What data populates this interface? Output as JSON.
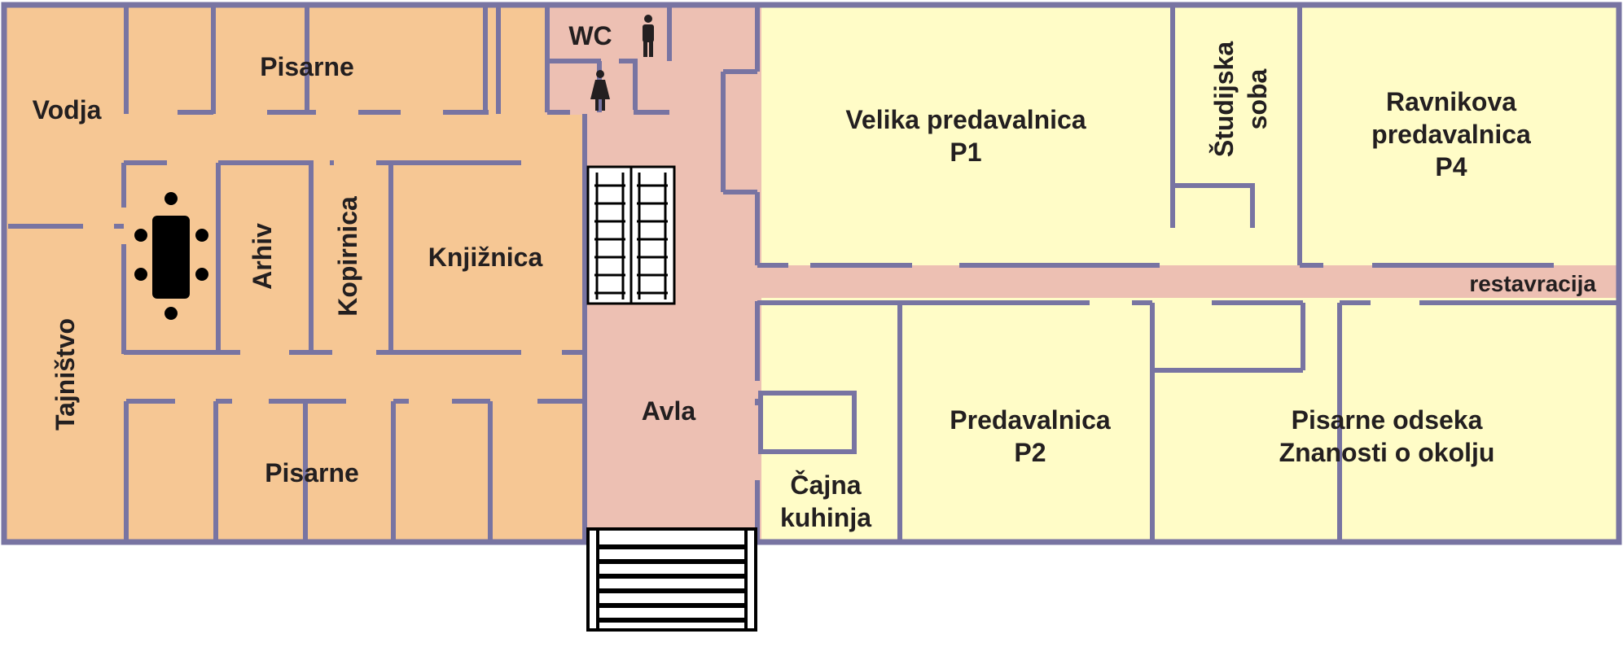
{
  "colors": {
    "office_zone": "#f6c794",
    "corridor_zone": "#edc0b3",
    "lecture_zone": "#fffcc7",
    "wall": "#7874a2",
    "furniture": "#000000",
    "text": "#231f20"
  },
  "icons": [
    "man-icon",
    "woman-icon",
    "meeting-table-icon",
    "stairs-icon",
    "entrance-stairs-icon"
  ],
  "rooms": {
    "pisarne_top": "Pisarne",
    "wc": "WC",
    "vodja": "Vodja",
    "arhiv": "Arhiv",
    "kopirnica": "Kopirnica",
    "knjiznica": "Knjižnica",
    "tajnistvo": "Tajništvo",
    "pisarne_bottom": "Pisarne",
    "avla": "Avla",
    "p1_line1": "Velika predavalnica",
    "p1_line2": "P1",
    "studijska_line1": "Študijska",
    "studijska_line2": "soba",
    "p4_line1": "Ravnikova",
    "p4_line2": "predavalnica",
    "p4_line3": "P4",
    "restavracija": "restavracija",
    "p2_line1": "Predavalnica",
    "p2_line2": "P2",
    "cajna_line1": "Čajna",
    "cajna_line2": "kuhinja",
    "okolje_line1": "Pisarne odseka",
    "okolje_line2": "Znanosti o okolju"
  }
}
